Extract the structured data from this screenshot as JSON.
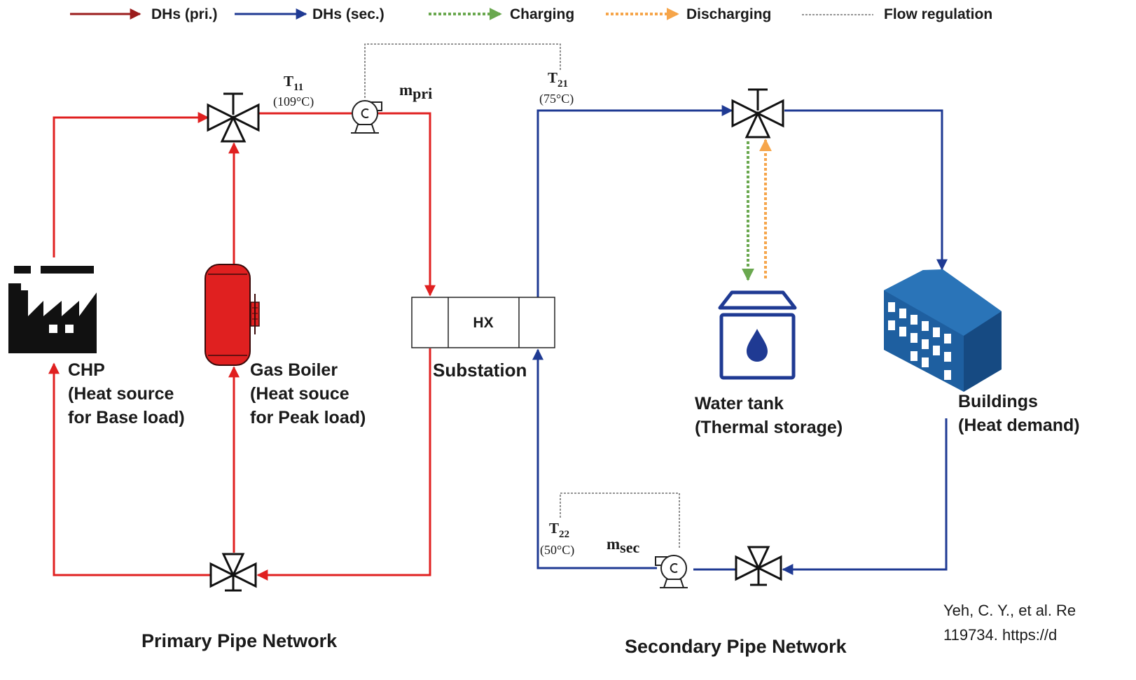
{
  "legend": {
    "pri": "DHs (pri.)",
    "sec": "DHs (sec.)",
    "charging": "Charging",
    "discharging": "Discharging",
    "regulation": "Flow regulation"
  },
  "colors": {
    "primary": "#e02020",
    "primary_dark": "#9b1c1c",
    "secondary": "#1f3a93",
    "charging": "#6aa84f",
    "discharging": "#f6a54a",
    "building": "#1e5fa0",
    "tank": "#1f3a93"
  },
  "icons": {
    "chp": "factory-icon",
    "boiler": "gas-boiler-icon",
    "tank": "water-tank-icon",
    "buildings": "buildings-icon",
    "pump": "pump-icon",
    "valve": "three-way-valve-icon"
  },
  "labels": {
    "t11_base": "T",
    "t11_sub": "11",
    "t11_value": "(109°C)",
    "mpri_base": "m",
    "mpri_sub": "pri",
    "t21_base": "T",
    "t21_sub": "21",
    "t21_value": "(75°C)",
    "t22_base": "T",
    "t22_sub": "22",
    "t22_value": "(50°C)",
    "msec_base": "m",
    "msec_sub": "sec",
    "hx": "HX",
    "substation": "Substation",
    "chp_line1": "CHP",
    "chp_line2": "(Heat source",
    "chp_line3": "for Base load)",
    "boiler_line1": "Gas Boiler",
    "boiler_line2": "(Heat souce",
    "boiler_line3": "for Peak load)",
    "tank_line1": "Water tank",
    "tank_line2": "(Thermal storage)",
    "buildings_line1": "Buildings",
    "buildings_line2": "(Heat demand)",
    "primary_network": "Primary Pipe Network",
    "secondary_network": "Secondary Pipe Network",
    "citation_line1": "Yeh, C. Y., et al. Re",
    "citation_line2": "119734. https://d"
  }
}
